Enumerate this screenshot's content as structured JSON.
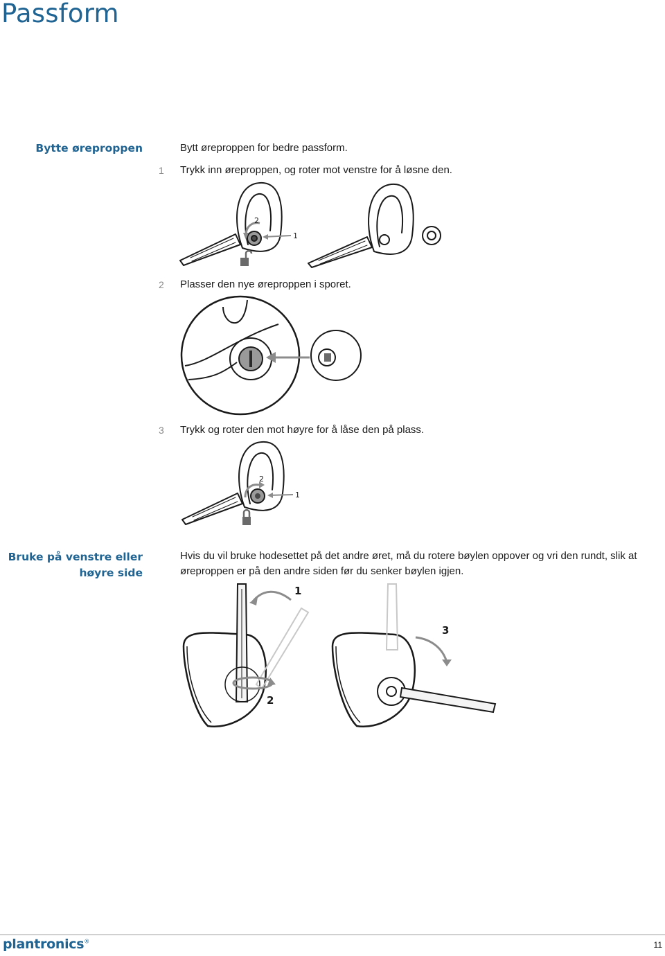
{
  "page": {
    "title": "Passform",
    "page_number": "11"
  },
  "section_replace": {
    "heading": "Bytte øreproppen",
    "intro": "Bytt øreproppen for bedre passform.",
    "steps": [
      {
        "num": "1",
        "text": "Trykk inn øreproppen, og roter mot venstre for å løsne den."
      },
      {
        "num": "2",
        "text": "Plasser den nye øreproppen i sporet."
      },
      {
        "num": "3",
        "text": "Trykk og roter den mot høyre for å låse den på plass."
      }
    ],
    "fig1_labels": {
      "rotate": "2",
      "push": "1"
    },
    "fig3_labels": {
      "rotate": "2",
      "push": "1"
    }
  },
  "section_side": {
    "heading_line1": "Bruke på venstre eller",
    "heading_line2": "høyre side",
    "text": "Hvis du vil bruke hodesettet på det andre øret, må du rotere bøylen oppover og vri den rundt, slik at øreproppen er på den andre siden før du senker bøylen igjen.",
    "fig_labels": {
      "raise": "1",
      "twist": "2",
      "lower": "3"
    }
  },
  "footer": {
    "logo_text": "plantronics",
    "logo_mark": "®"
  },
  "colors": {
    "brand_blue": "#1f6493",
    "arrow_gray": "#8c8c8c",
    "line_black": "#1a1a1a"
  }
}
